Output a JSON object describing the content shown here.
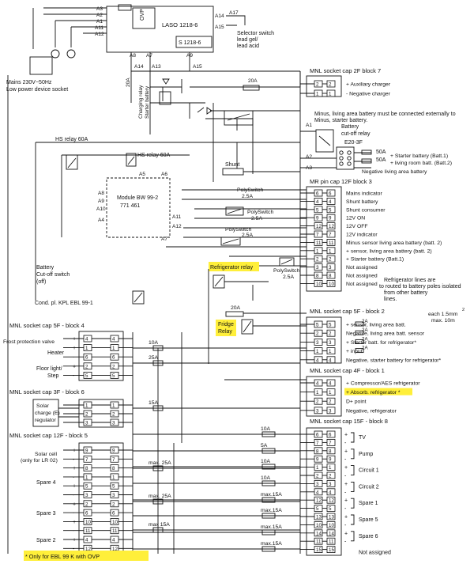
{
  "colors": {
    "line": "#111111",
    "highlight": "#ffef3a"
  },
  "top": {
    "laso_label": "LASO 1218-6",
    "ovp_label": "OVP",
    "s1218_label": "S 1218-6",
    "selector_lines": [
      "Selector switch",
      "lead gel/",
      "lead acid"
    ],
    "a_left": [
      "A3",
      "A2",
      "A1",
      "A11",
      "A12"
    ],
    "a_right": [
      "A14",
      "A15"
    ],
    "a17": "A17",
    "a_bottom": [
      "A8",
      "A7",
      "A9"
    ],
    "a_under": [
      "A14",
      "A13",
      "A15"
    ],
    "mains_lines": [
      "Mains 230V~50Hz",
      "Low power device socket"
    ],
    "charging_relay": [
      "Charging relay",
      "Starter battery"
    ],
    "fuse_20a": "20A",
    "fuse_20a_right": "20A"
  },
  "block7": {
    "title": "MNL socket cap 2F block 7",
    "rows": [
      {
        "a": "2",
        "b": "2",
        "label": "+ Auxiliary charger"
      },
      {
        "a": "1",
        "b": "1",
        "label": "- Negative charger"
      }
    ]
  },
  "cutoff": {
    "note_lines": [
      "Minus, living area battery must be connected externally to",
      "Minus, starter battery."
    ],
    "a1": "A1",
    "relay_lines": [
      "Battery",
      "cut-off relay"
    ],
    "e20": "E20-3F",
    "a2": "A2",
    "a3": "A3",
    "f50a_1": "50A",
    "f50a_2": "50A",
    "starter": "+ Starter battery (Batt.1)",
    "living": "+ living room batt. (Batt.2)",
    "negative": "Negative living area battery"
  },
  "block3": {
    "title": "MR pin cap 12F block 3",
    "rows": [
      {
        "a": "6",
        "b": "6",
        "label": "Mains indicator"
      },
      {
        "a": "4",
        "b": "4",
        "label": "Shunt battery"
      },
      {
        "a": "5",
        "b": "5",
        "label": "Shunt consumer"
      },
      {
        "a": "9",
        "b": "9",
        "label": "12V ON"
      },
      {
        "a": "12",
        "b": "12",
        "label": "12V OFF"
      },
      {
        "a": "7",
        "b": "7",
        "label": "12V indicator"
      },
      {
        "a": "11",
        "b": "11",
        "label": "Minus sensor living area battery (batt. 2)"
      },
      {
        "a": "1",
        "b": "1",
        "label": "+ sensor, living area battery (batt. 2)"
      },
      {
        "a": "2",
        "b": "2",
        "label": "+ Starter battery (Batt.1)"
      },
      {
        "a": "3",
        "b": "3",
        "label": "Not assigned"
      },
      {
        "a": "8",
        "b": "8",
        "label": "Not assigned"
      },
      {
        "a": "10",
        "b": "10",
        "label": "Not assigned"
      }
    ],
    "note_lines": [
      "Refrigerator lines are",
      "to routed to battery poles isolated",
      "from other battery",
      "lines."
    ]
  },
  "relays": {
    "hs1": "HS relay 60A",
    "hs2": "HS relay 60A",
    "shunt": "Shunt",
    "poly1": [
      "PolySwitch",
      "2.5A"
    ],
    "poly2": [
      "PolySwitch",
      "2.5A"
    ],
    "poly3": [
      "PolySwitch",
      "2.5A"
    ],
    "poly4": [
      "PolySwitch",
      "2.5A"
    ],
    "refrigerator_relay": "Refrigerator relay",
    "fridge_relay": [
      "Fridge",
      "Relay"
    ],
    "fuse_20a": "20A",
    "battery_cutoff": [
      "Battery",
      "Cut-off switch",
      "(off)"
    ],
    "cond": "Cond. pl. KPL EBL 99-1"
  },
  "module": {
    "name": "Module BW 99-2",
    "number": "771 461",
    "pins_top": [
      "A5",
      "A6"
    ],
    "pins_left": [
      "A8",
      "A9",
      "A10",
      "A4"
    ],
    "pins_right": [
      "A11",
      "A12",
      "A7"
    ]
  },
  "block2": {
    "title": "MNL socket cap 5F - block 2",
    "rows": [
      {
        "a": "5",
        "b": "5",
        "label": "+ sensor, living area batt."
      },
      {
        "a": "2",
        "b": "2",
        "label": "Negative, living area batt. sensor"
      },
      {
        "a": "3",
        "b": "3",
        "label": "+ Starter batt. for refrigerator*"
      },
      {
        "a": "1",
        "b": "1",
        "label": "+ input"
      },
      {
        "a": "4",
        "b": "4",
        "label": "Negative, starter battery for refrigerator*"
      }
    ],
    "fuses": [
      "2A",
      "2A",
      "2A",
      "2A"
    ],
    "cable": [
      "each 1.5mm",
      "max. 10m"
    ],
    "cable_sup": "2"
  },
  "block1": {
    "title": "MNL socket cap 4F - block 1",
    "rows": [
      {
        "a": "4",
        "b": "4",
        "label": "+ Compressor/AES refrigerator"
      },
      {
        "a": "1",
        "b": "1",
        "label": "+ Absorb. refrigerator *"
      },
      {
        "a": "2",
        "b": "2",
        "label": "D+ point"
      },
      {
        "a": "3",
        "b": "3",
        "label": "Negative, refrigerator"
      }
    ]
  },
  "block8": {
    "title": "MNL socket cap 15F - block 8",
    "rows": [
      {
        "a": "6",
        "b": "6",
        "sign": "+",
        "group": "TV"
      },
      {
        "a": "7",
        "b": "7",
        "sign": "-",
        "group": ""
      },
      {
        "a": "8",
        "b": "8",
        "sign": "+",
        "group": "Pump"
      },
      {
        "a": "9",
        "b": "9",
        "sign": "-",
        "group": ""
      },
      {
        "a": "1",
        "b": "1",
        "sign": "+",
        "group": "Circuit 1"
      },
      {
        "a": "2",
        "b": "2",
        "sign": "-",
        "group": ""
      },
      {
        "a": "3",
        "b": "3",
        "sign": "+",
        "group": "Circuit 2"
      },
      {
        "a": "4",
        "b": "4",
        "sign": "-",
        "group": ""
      },
      {
        "a": "12",
        "b": "12",
        "sign": "+",
        "group": "Spare 1"
      },
      {
        "a": "5",
        "b": "5",
        "sign": "-",
        "group": ""
      },
      {
        "a": "13",
        "b": "13",
        "sign": "+",
        "group": "Spare 5"
      },
      {
        "a": "10",
        "b": "10",
        "sign": "-",
        "group": ""
      },
      {
        "a": "14",
        "b": "14",
        "sign": "+",
        "group": "Spare 6"
      },
      {
        "a": "11",
        "b": "11",
        "sign": "-",
        "group": ""
      },
      {
        "a": "15",
        "b": "15",
        "sign": "",
        "group": "Not assigned"
      }
    ]
  },
  "block4": {
    "title": "MNL socket cap 5F - block 4",
    "rows": [
      {
        "sign": "+",
        "a": "4",
        "b": "4"
      },
      {
        "sign": "+",
        "a": "1",
        "b": "1"
      },
      {
        "sign": "-",
        "a": "6",
        "b": "6"
      },
      {
        "sign": "+",
        "a": "2",
        "b": "2"
      },
      {
        "sign": "-",
        "a": "5",
        "b": "5"
      }
    ],
    "labels": [
      "Frost protection valve",
      "Heater",
      "Floor light/",
      "Step"
    ]
  },
  "block6": {
    "title": "MNL socket cap 3F - block 6",
    "rows": [
      {
        "a": "1",
        "b": "1"
      },
      {
        "a": "2",
        "b": "2"
      },
      {
        "a": "3",
        "b": "3"
      }
    ],
    "solar_lines": [
      "Solar",
      "charge (E)",
      "regulator"
    ]
  },
  "block5": {
    "title": "MNL socket cap 12F - block 5",
    "rows": [
      {
        "sign": "+",
        "a": "9",
        "b": "9"
      },
      {
        "sign": "-",
        "a": "7",
        "b": "7"
      },
      {
        "sign": "+",
        "a": "8",
        "b": "8"
      },
      {
        "sign": "-",
        "a": "1",
        "b": "1"
      },
      {
        "sign": "+",
        "a": "5",
        "b": "5"
      },
      {
        "sign": "-",
        "a": "3",
        "b": "3"
      },
      {
        "sign": "+",
        "a": "2",
        "b": "2"
      },
      {
        "sign": "-",
        "a": "6",
        "b": "6"
      },
      {
        "sign": "+",
        "a": "10",
        "b": "10"
      },
      {
        "sign": "-",
        "a": "11",
        "b": "11"
      },
      {
        "sign": "+",
        "a": "4",
        "b": "4"
      },
      {
        "sign": "-",
        "a": "12",
        "b": "12"
      }
    ],
    "labels": [
      "Solar cell",
      "(only for LR 02)",
      "Spare 4",
      "Spare 3",
      "Spare 2"
    ]
  },
  "fuses_left": [
    "10A",
    "25A",
    "15A",
    "max. 25A",
    "max. 25A",
    "max 15A"
  ],
  "fuses_right": [
    "10A",
    "5A",
    "10A",
    "10A",
    "max.15A",
    "max.15A",
    "max.15A",
    "max.15A"
  ],
  "footnote": "* Only for EBL 99 K with OVP"
}
